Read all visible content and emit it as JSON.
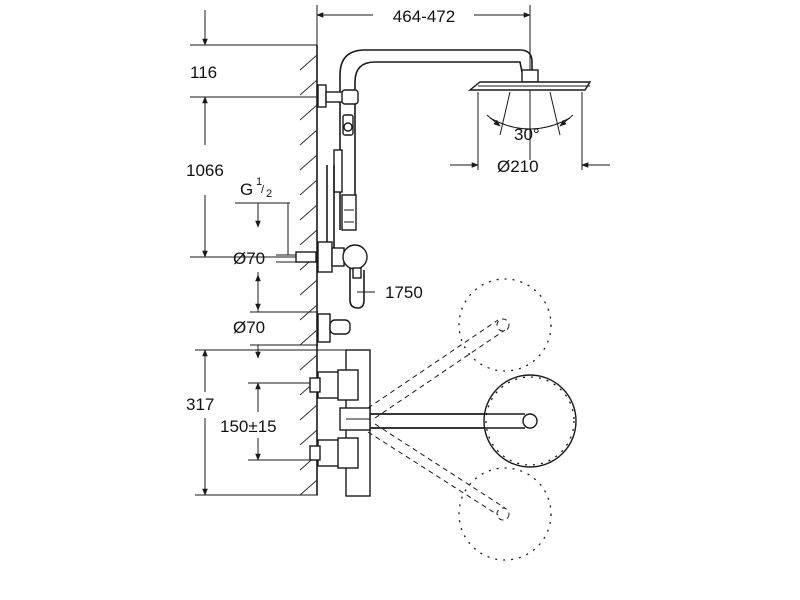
{
  "dimensions": {
    "width_range": "464-472",
    "top_offset": "116",
    "height_main": "1066",
    "thread_prefix": "G",
    "thread_sup": "1",
    "thread_sub": "2",
    "flange_upper": "Ø70",
    "flange_lower": "Ø70",
    "shower_length": "1750",
    "valve_height": "317",
    "inlet_spacing": "150±15",
    "tilt_angle": "30°",
    "head_diameter": "Ø210"
  }
}
